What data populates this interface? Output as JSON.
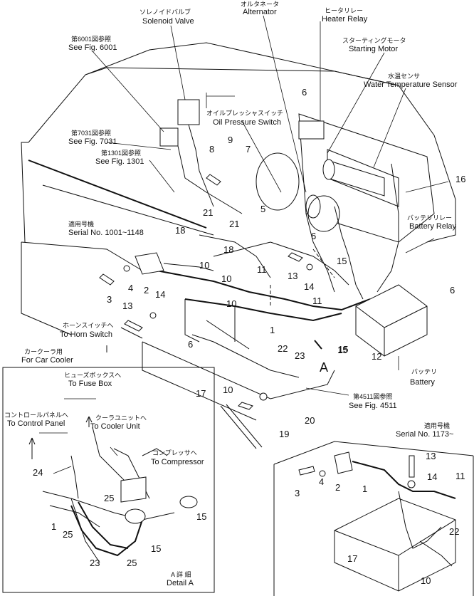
{
  "labels": {
    "solenoid_valve_jp": "ソレノイドバルブ",
    "solenoid_valve_en": "Solenoid Valve",
    "alternator_jp": "オルタネータ",
    "alternator_en": "Alternator",
    "heater_relay_jp": "ヒータリレー",
    "heater_relay_en": "Heater Relay",
    "starting_motor_jp": "スターティングモータ",
    "starting_motor_en": "Starting Motor",
    "water_temp_jp": "水温センサ",
    "water_temp_en": "Water Temperature Sensor",
    "see6001_jp": "第6001図参照",
    "see6001_en": "See Fig. 6001",
    "oil_pressure_jp": "オイルプレッシャスイッチ",
    "oil_pressure_en": "Oil Pressure Switch",
    "see7031_jp": "第7031図参照",
    "see7031_en": "See Fig. 7031",
    "see1301_jp": "第1301図参照",
    "see1301_en": "See Fig. 1301",
    "serial1_jp": "適用号機",
    "serial1_en": "Serial No. 1001~1148",
    "battery_relay_jp": "バッテリリレー",
    "battery_relay_en": "Battery Relay",
    "horn_switch_jp": "ホーンスイッチへ",
    "horn_switch_en": "To Horn Switch",
    "car_cooler_jp": "カークーラ用",
    "car_cooler_en": "For Car Cooler",
    "fuse_box_jp": "ヒューズボックスへ",
    "fuse_box_en": "To Fuse Box",
    "control_panel_jp": "コントロールパネルへ",
    "control_panel_en": "To Control Panel",
    "cooler_unit_jp": "クーラユニットへ",
    "cooler_unit_en": "To Cooler Unit",
    "compressor_jp": "コンプレッサへ",
    "compressor_en": "To Compressor",
    "battery_jp": "バッテリ",
    "battery_en": "Battery",
    "see4511_jp": "第4511図参照",
    "see4511_en": "See Fig. 4511",
    "serial2_jp": "適用号機",
    "serial2_en": "Serial No. 1173~",
    "detail_jp": "A 詳 細",
    "detail_en": "Detail A",
    "view_A": "A"
  },
  "callouts": {
    "main": [
      "6",
      "8",
      "9",
      "7",
      "16",
      "21",
      "5",
      "6",
      "18",
      "21",
      "18",
      "10",
      "10",
      "10",
      "11",
      "13",
      "15",
      "6",
      "3",
      "4",
      "2",
      "14",
      "13",
      "14",
      "11",
      "15",
      "12",
      "1",
      "22",
      "23",
      "15",
      "6",
      "17",
      "10",
      "19",
      "20"
    ],
    "detail": [
      "24",
      "25",
      "1",
      "25",
      "23",
      "25",
      "15",
      "15"
    ],
    "serial_inset": [
      "13",
      "3",
      "4",
      "2",
      "14",
      "11",
      "1",
      "22",
      "17",
      "10"
    ]
  }
}
